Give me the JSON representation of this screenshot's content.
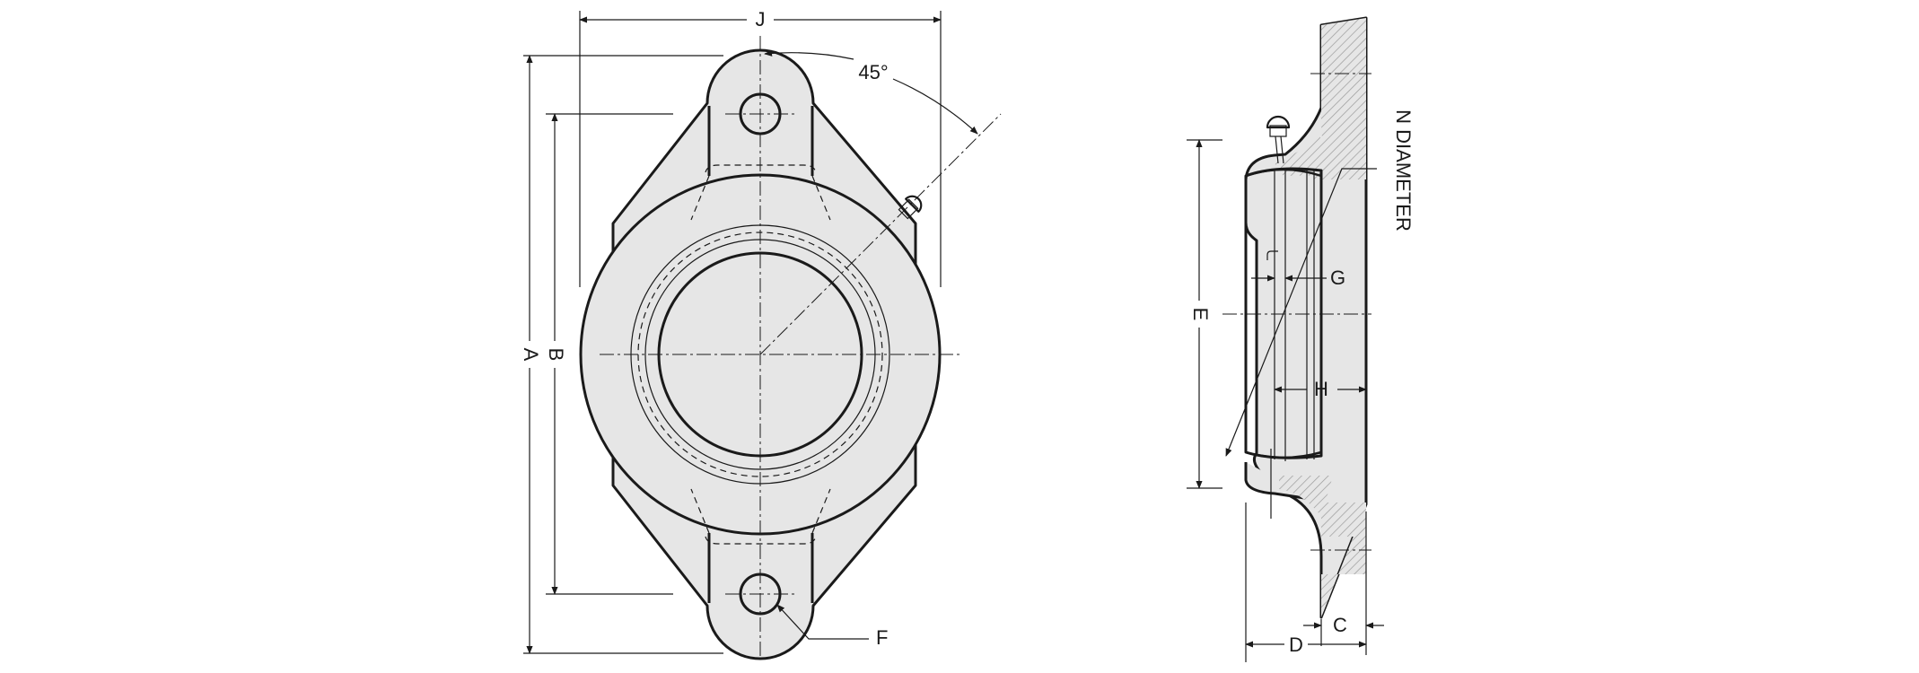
{
  "colors": {
    "body_fill": "#e6e6e6",
    "outline": "#1a1a1a",
    "background": "#ffffff"
  },
  "labels": {
    "A": "A",
    "B": "B",
    "C": "C",
    "D": "D",
    "E": "E",
    "F": "F",
    "G": "G",
    "H": "H",
    "J": "J",
    "angle": "45°",
    "n_diameter": "N DIAMETER"
  }
}
